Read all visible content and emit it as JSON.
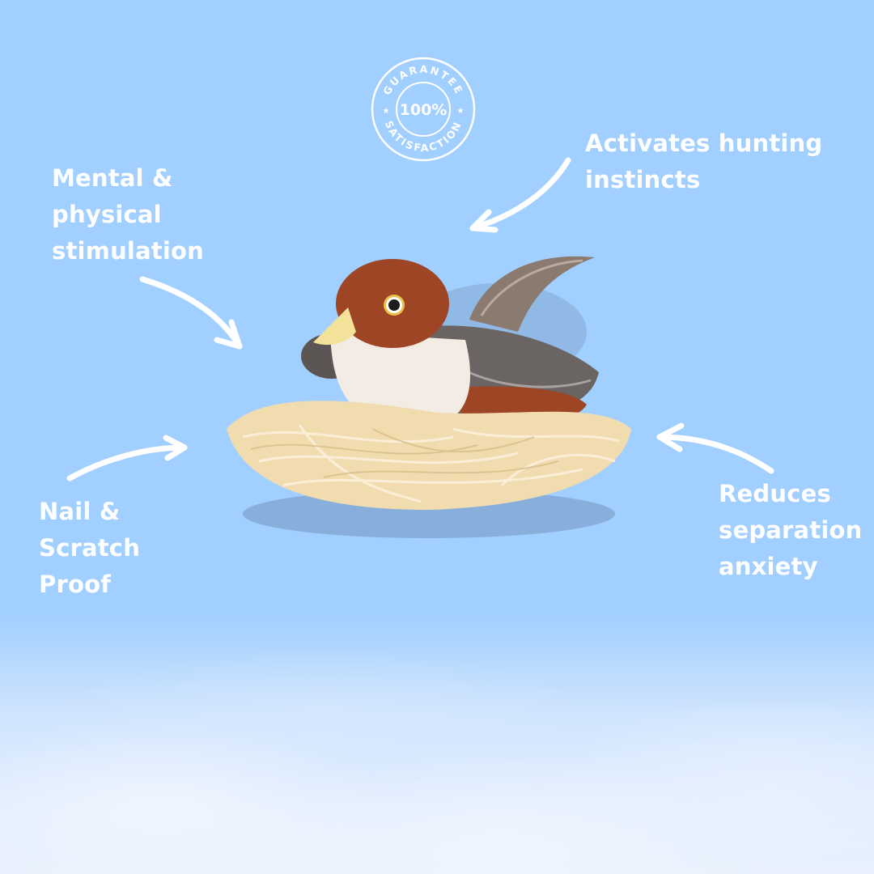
{
  "background": {
    "sky_color": "#a1cfff",
    "cloud_color": "#e8f1fd"
  },
  "badge": {
    "top_text": "GUARANTEE",
    "center_text": "100%",
    "bottom_text": "SATISFACTION",
    "star_glyph": "★"
  },
  "features": [
    {
      "id": "mental",
      "label": "Mental &\nphysical\nstimulation"
    },
    {
      "id": "hunting",
      "label": "Activates hunting\ninstincts"
    },
    {
      "id": "nail",
      "label": "Nail &\nScratch\nProof"
    },
    {
      "id": "separation",
      "label": "Reduces\nseparation\nanxiety"
    }
  ],
  "product": {
    "name": "plush bird in nest",
    "colors": {
      "head": "#9e4526",
      "belly": "#f3ece4",
      "beak": "#f2e29a",
      "wing": "#6a6462",
      "nest": "#f1dcb0",
      "shadow": "#6f8fb7"
    }
  }
}
